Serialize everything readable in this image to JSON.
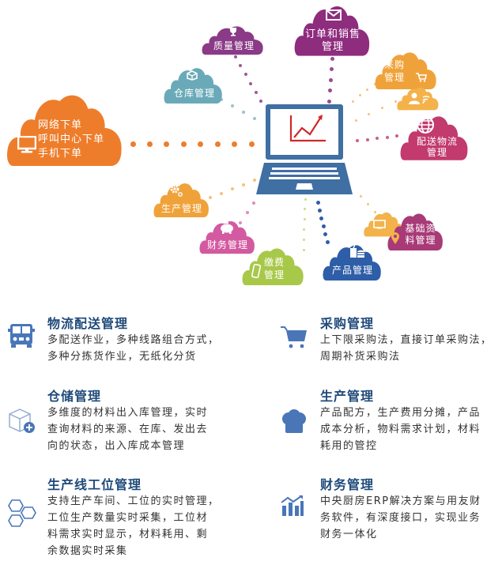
{
  "colors": {
    "orange": "#ee7d2b",
    "teal": "#6aaab8",
    "purple": "#8a3a86",
    "magenta_purple": "#8e2c7e",
    "amber": "#f0a23a",
    "crimson": "#c23a6e",
    "gold": "#f3b24a",
    "pink": "#d35aa0",
    "lime": "#a8c84a",
    "blue": "#2f5ea8",
    "plum": "#a83a78",
    "laptop": "#3f6fa3",
    "title_text": "#1f4a7a",
    "icon_blue": "#4a76b8"
  },
  "center": {
    "icon": "laptop-chart-icon"
  },
  "clouds": {
    "order_channels": {
      "lines": [
        "网络下单",
        "呼叫中心下单",
        "手机下单"
      ],
      "icon": "monitor-icon"
    },
    "warehouse": {
      "label": "仓库管理",
      "icon": "box-icon"
    },
    "quality": {
      "label": "质量管理",
      "icon": "trophy-icon"
    },
    "order_sales": {
      "line1": "订单和销售",
      "line2": "管理",
      "icon": "envelope-icon"
    },
    "purchase": {
      "line1": "采购",
      "line2": "管理",
      "icon": "cart-icon"
    },
    "user": {
      "icon": "user-wifi-icon"
    },
    "logistics": {
      "line1": "配送物流",
      "line2": "管理",
      "icon": "globe-icon"
    },
    "production": {
      "label": "生产管理",
      "icon": "gear-icon"
    },
    "finance": {
      "label": "财务管理",
      "icon": "piggy-bank-icon"
    },
    "payment": {
      "line1": "缴费",
      "line2": "管理",
      "icon": "phone-icon"
    },
    "product": {
      "label": "产品管理",
      "icon": "food-icon"
    },
    "basic_data": {
      "line1": "基础资",
      "line2": "料管理",
      "icon": "location-pin-icon"
    },
    "device": {
      "icon": "tablet-icon"
    }
  },
  "features": [
    {
      "title": "物流配送管理",
      "lines": [
        "多配送作业，多种线路组合方式，",
        "多种分拣货作业，无纸化分货"
      ],
      "icon": "truck-icon"
    },
    {
      "title": "采购管理",
      "lines": [
        "上下限采购法，直接订单采购法，",
        "周期补货采购法"
      ],
      "icon": "cart-icon"
    },
    {
      "title": "仓储管理",
      "lines": [
        "多维度的材料出入库管理，实时",
        "查询材料的来源、在库、发出去",
        "向的状态，出入库成本管理"
      ],
      "icon": "cube-plus-icon"
    },
    {
      "title": "生产管理",
      "lines": [
        "产品配方，生产费用分摊，产品",
        "成本分析，物料需求计划，材料",
        "耗用的管控"
      ],
      "icon": "chef-hat-icon"
    },
    {
      "title": "生产线工位管理",
      "lines": [
        "支持生产车间、工位的实时管理，",
        "工位生产数量实时采集，工位材",
        "料需求实时显示，材料耗用、剩",
        "余数据实时采集"
      ],
      "icon": "hexagons-icon"
    },
    {
      "title": "财务管理",
      "lines": [
        "中央厨房ERP解决方案与用友财",
        "务软件，有深度接口，实现业务",
        "财务一体化"
      ],
      "icon": "bar-chart-up-icon"
    }
  ]
}
